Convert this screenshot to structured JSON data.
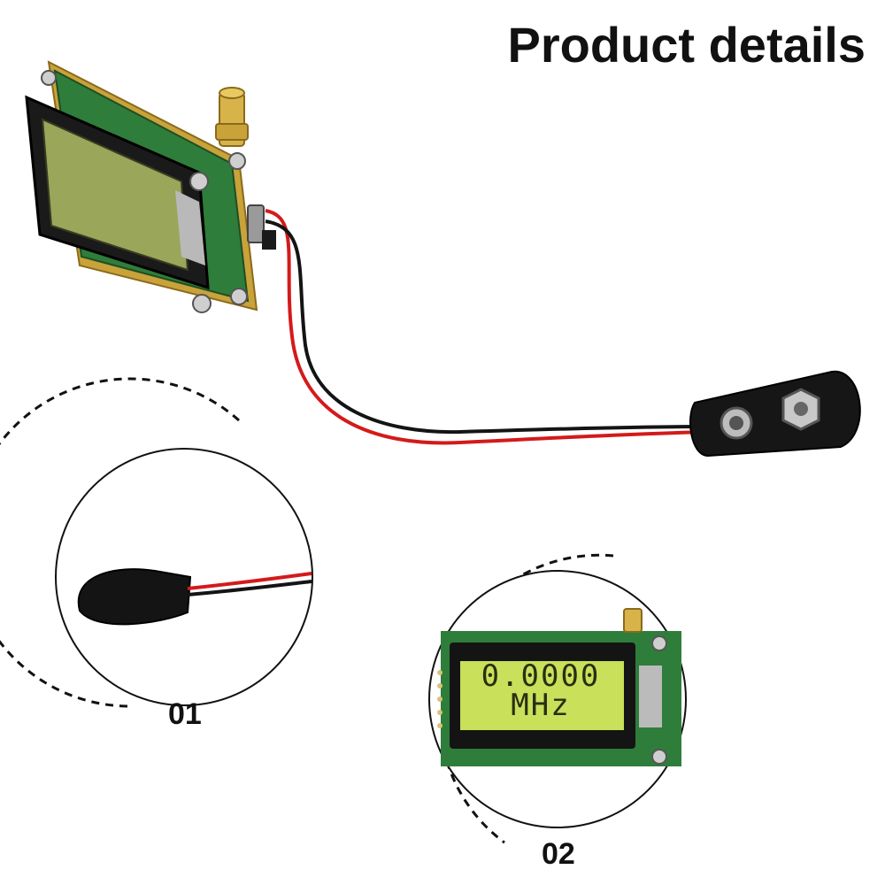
{
  "title": "Product details",
  "callouts": [
    {
      "label": "01",
      "subject": "battery-snap-detail"
    },
    {
      "label": "02",
      "subject": "lcd-display-detail"
    }
  ],
  "lcd": {
    "line1": "0.0000",
    "line2": "MHz"
  },
  "colors": {
    "pcb_green": "#2f7d3a",
    "lcd_backlight": "#c8e05a",
    "wire_red": "#d41a1a",
    "wire_black": "#141414",
    "brass": "#c9a23a"
  }
}
